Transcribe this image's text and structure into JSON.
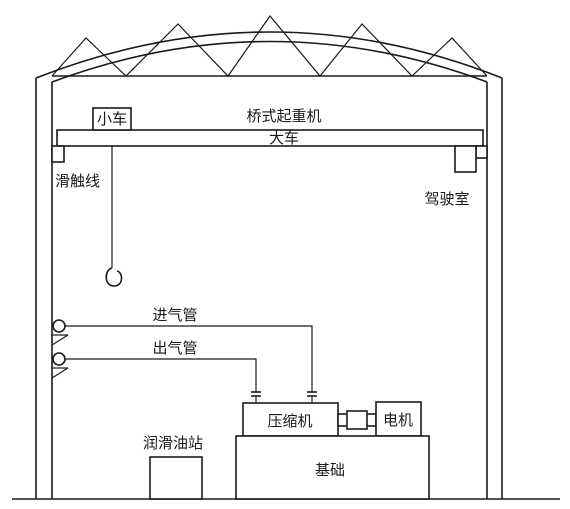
{
  "labels": {
    "crane": "桥式起重机",
    "trolley": "小车",
    "bridge": "大车",
    "trolley_line": "滑触线",
    "cab": "驾驶室",
    "inlet_pipe": "进气管",
    "outlet_pipe": "出气管",
    "compressor": "压缩机",
    "motor": "电机",
    "lube_station": "润滑油站",
    "foundation": "基础"
  }
}
